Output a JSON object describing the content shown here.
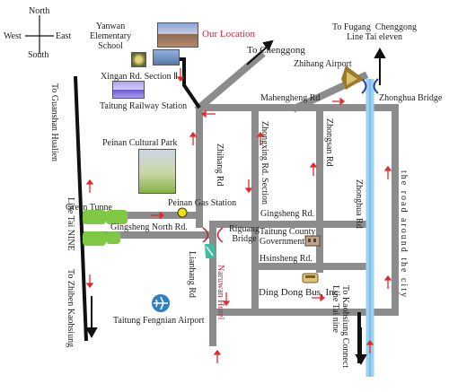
{
  "compass": {
    "north": "North",
    "south": "South",
    "west": "West",
    "east": "East"
  },
  "labels": {
    "school": "Yanwan\nElementary\nSchool",
    "our_location": "Our Location",
    "to_chenggong": "To Chenggong",
    "to_fugang": "To Fugang  Chenggong\nLine Tai eleven",
    "xingan_rd": "Xingan Rd. Section Ⅱ",
    "railway_station": "Taitung Railway Station",
    "zhihang_airport": "Zhihang Airport",
    "mahengheng_rd": "Mahengheng Rd",
    "zhonghua_bridge": "Zhonghua Bridge",
    "to_guanshan": "To Guanshan Hualien",
    "peinan_park": "Peinan Cultural Park",
    "zhihang_rd": "Zhihang Rd",
    "zhongxing_rd": "Zhongxing Rd. Section",
    "zhongsan_rd": "Zhongsan Rd",
    "zhonghua_rd": "Zhonghua Rd",
    "around_city": "the road around the city",
    "green_tunnel": "Green Tunne",
    "peinan_gas": "Peinan Gas Station",
    "gingsheng_rd": "Gingsheng Rd.",
    "line_tai_nine": "Line Tai NINE",
    "gingsheng_north": "Gingsheng North Rd.",
    "riguang_bridge": "Riguang\nBridge",
    "county_gov": "Taitung County\nGovernment",
    "hsinsheng_rd": "Hsinsheng Rd.",
    "to_zhiben": "To Zhiben Kaohsiung",
    "lianhang_rd": "Lianhang Rd",
    "naruwan_hotel": "Naruwan Hotel",
    "dingdong": "Ding Dong Bus, Inc.",
    "to_kaohsiung_connect": "To Kaohsiung Connect\nLine Tai nine",
    "fengnian_airport": "Taitung Fengnian Airport"
  },
  "colors": {
    "road": "#8c8c8c",
    "dark_road": "#111111",
    "river": "#9ccff0",
    "label_red": "#d0233a",
    "arrow_red": "#e22a2a",
    "tree_green": "#7ec843",
    "gas_yellow": "#f4e200"
  },
  "icons": {
    "hotel": "hotel-building-photo",
    "airport": "airplane-icon",
    "bus": "bus-icon",
    "gas": "gas-station-dot",
    "plane_zhihang": "airplane-sign-icon"
  }
}
